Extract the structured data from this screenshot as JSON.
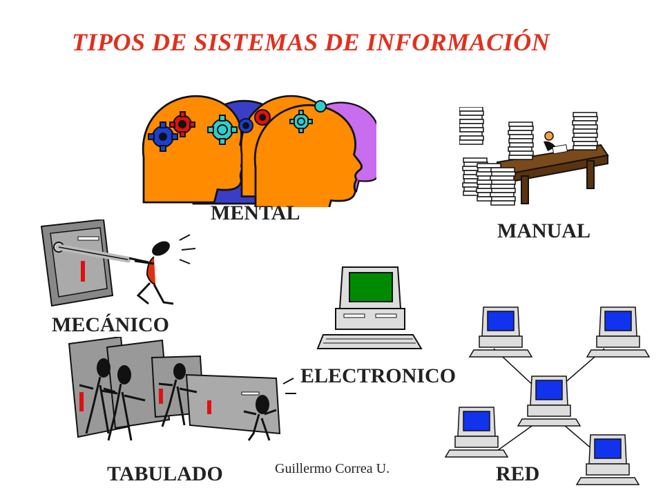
{
  "slide": {
    "title": "TIPOS DE SISTEMAS DE INFORMACIÓN",
    "footer": "Guillermo Correa U.",
    "colors": {
      "title": "#e0311e",
      "head_orange": "#ff8c00",
      "head_blue": "#3a3ec7",
      "head_violet": "#c86cf0",
      "gear_red": "#e01010",
      "gear_blue": "#1a3fd6",
      "gear_cyan": "#33cccc",
      "screen_green": "#008a00",
      "screen_blue": "#1133ee",
      "desk_brown": "#7a4a1a"
    },
    "types": [
      {
        "id": "mental",
        "label": "MENTAL",
        "icon": "heads-gears-icon"
      },
      {
        "id": "manual",
        "label": "MANUAL",
        "icon": "desk-papers-icon"
      },
      {
        "id": "mecanico",
        "label": "MECÁNICO",
        "icon": "machine-lever-icon"
      },
      {
        "id": "electronico",
        "label": "ELECTRONICO",
        "icon": "computer-icon"
      },
      {
        "id": "tabulado",
        "label": "TABULADO",
        "icon": "tabulating-machines-icon"
      },
      {
        "id": "red",
        "label": "RED",
        "icon": "network-computers-icon"
      }
    ]
  }
}
